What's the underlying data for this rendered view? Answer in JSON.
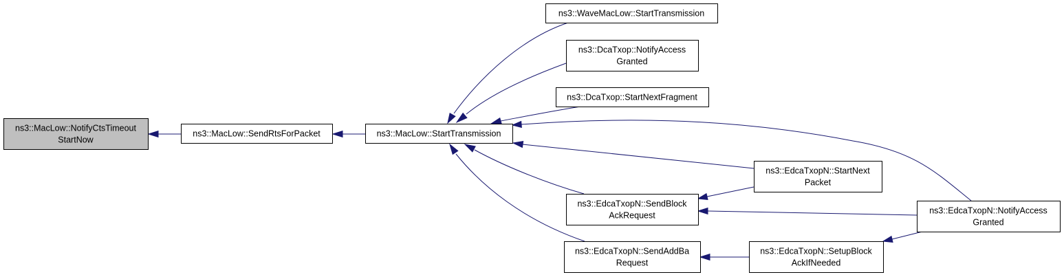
{
  "graph": {
    "colors": {
      "edge": "#191970",
      "current_node_fill": "#bfbfbf",
      "node_fill": "#ffffff",
      "node_border": "#000000"
    },
    "nodes": [
      {
        "id": "notify-cts-timeout-start-now",
        "lines": [
          "ns3::MacLow::NotifyCtsTimeout",
          "StartNow"
        ],
        "current": true
      },
      {
        "id": "send-rts-for-packet",
        "lines": [
          "ns3::MacLow::SendRtsForPacket"
        ],
        "current": false
      },
      {
        "id": "maclow-start-transmission",
        "lines": [
          "ns3::MacLow::StartTransmission"
        ],
        "current": false
      },
      {
        "id": "wavemaclow-start-transmission",
        "lines": [
          "ns3::WaveMacLow::StartTransmission"
        ],
        "current": false
      },
      {
        "id": "dcatxop-notify-access-granted",
        "lines": [
          "ns3::DcaTxop::NotifyAccess",
          "Granted"
        ],
        "current": false
      },
      {
        "id": "dcatxop-start-next-fragment",
        "lines": [
          "ns3::DcaTxop::StartNextFragment"
        ],
        "current": false
      },
      {
        "id": "edcatxopn-send-block-ack-request",
        "lines": [
          "ns3::EdcaTxopN::SendBlock",
          "AckRequest"
        ],
        "current": false
      },
      {
        "id": "edcatxopn-send-add-ba-request",
        "lines": [
          "ns3::EdcaTxopN::SendAddBa",
          "Request"
        ],
        "current": false
      },
      {
        "id": "edcatxopn-start-next-packet",
        "lines": [
          "ns3::EdcaTxopN::StartNext",
          "Packet"
        ],
        "current": false
      },
      {
        "id": "edcatxopn-setup-block-ack-if-needed",
        "lines": [
          "ns3::EdcaTxopN::SetupBlock",
          "AckIfNeeded"
        ],
        "current": false
      },
      {
        "id": "edcatxopn-notify-access-granted",
        "lines": [
          "ns3::EdcaTxopN::NotifyAccess",
          "Granted"
        ],
        "current": false
      }
    ],
    "edges": [
      {
        "from": "send-rts-for-packet",
        "to": "notify-cts-timeout-start-now"
      },
      {
        "from": "maclow-start-transmission",
        "to": "send-rts-for-packet"
      },
      {
        "from": "wavemaclow-start-transmission",
        "to": "maclow-start-transmission"
      },
      {
        "from": "dcatxop-notify-access-granted",
        "to": "maclow-start-transmission"
      },
      {
        "from": "dcatxop-start-next-fragment",
        "to": "maclow-start-transmission"
      },
      {
        "from": "edcatxopn-notify-access-granted",
        "to": "maclow-start-transmission"
      },
      {
        "from": "edcatxopn-start-next-packet",
        "to": "maclow-start-transmission"
      },
      {
        "from": "edcatxopn-send-block-ack-request",
        "to": "maclow-start-transmission"
      },
      {
        "from": "edcatxopn-send-add-ba-request",
        "to": "maclow-start-transmission"
      },
      {
        "from": "edcatxopn-start-next-packet",
        "to": "edcatxopn-send-block-ack-request"
      },
      {
        "from": "edcatxopn-notify-access-granted",
        "to": "edcatxopn-send-block-ack-request"
      },
      {
        "from": "edcatxopn-setup-block-ack-if-needed",
        "to": "edcatxopn-send-add-ba-request"
      },
      {
        "from": "edcatxopn-notify-access-granted",
        "to": "edcatxopn-setup-block-ack-if-needed"
      }
    ]
  }
}
